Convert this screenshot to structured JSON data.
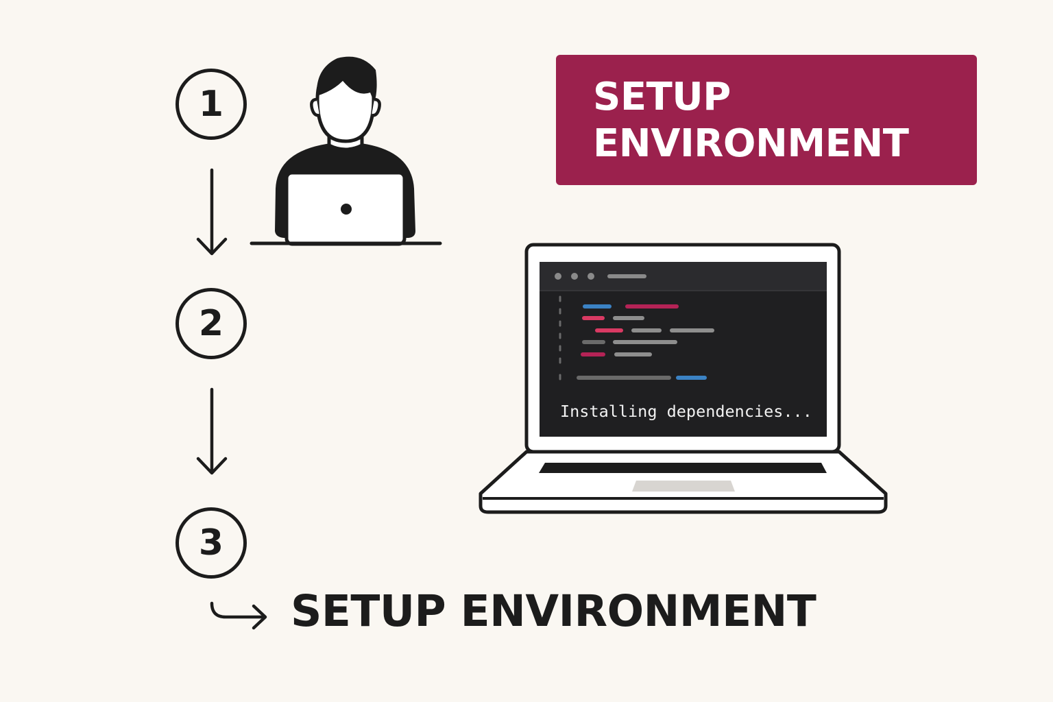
{
  "steps": [
    "1",
    "2",
    "3"
  ],
  "banner": {
    "line1": "SETUP",
    "line2": "ENVIRONMENT"
  },
  "final_label": "SETUP ENVIRONMENT",
  "terminal": {
    "status_text": "Installing dependencies..."
  },
  "colors": {
    "background": "#faf7f2",
    "banner": "#9b214d",
    "ink": "#1c1c1c",
    "terminal_bg": "#1f1f21",
    "code_blue": "#3b82c4",
    "code_pink": "#d93a63",
    "code_magenta": "#b42356",
    "code_gray": "#8e8e8e"
  },
  "icons": [
    "person-at-laptop-icon",
    "laptop-icon",
    "down-arrow-icon",
    "hook-right-arrow-icon"
  ]
}
